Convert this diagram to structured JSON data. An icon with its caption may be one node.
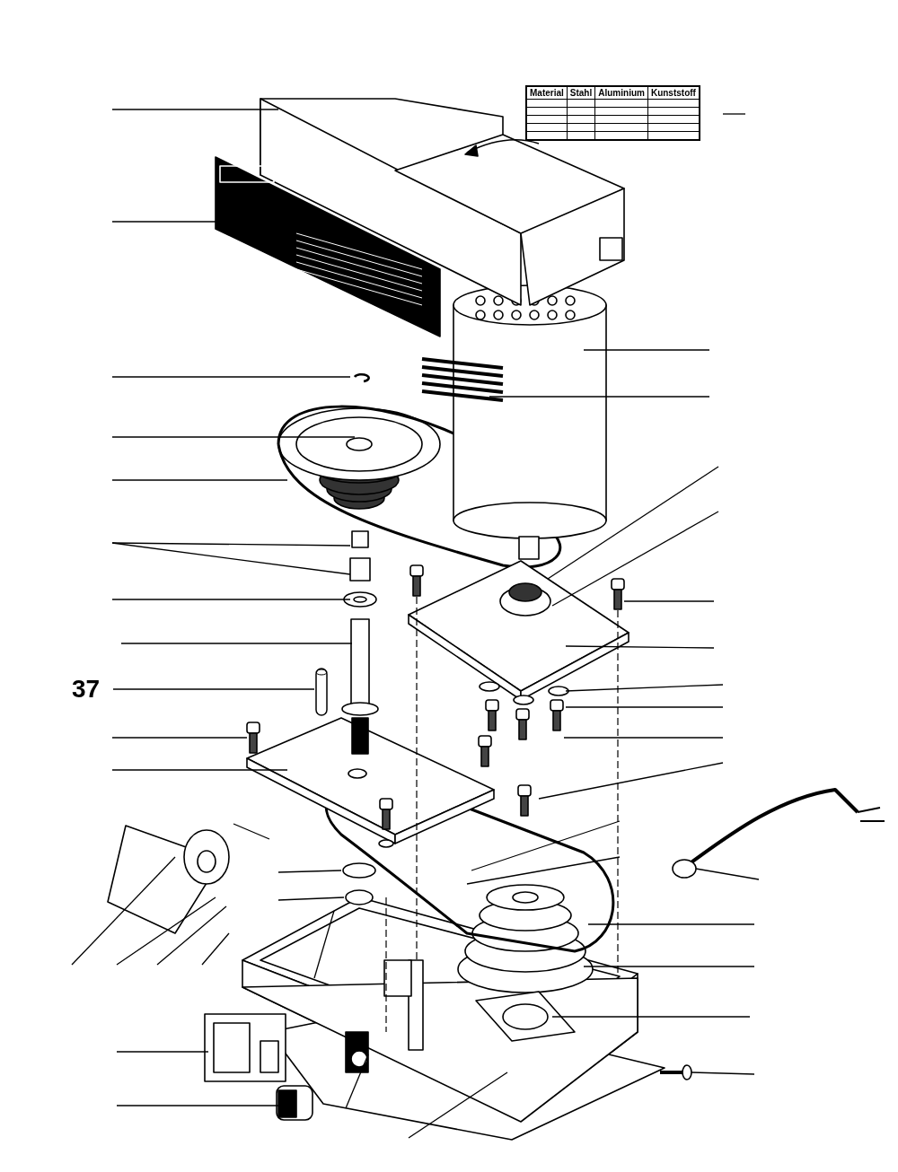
{
  "diagram": {
    "nodes": [
      {
        "text": [
          "37"
        ]
      },
      {
        "text": [],
        "shape": "picture"
      }
    ],
    "edges": [
      {
        "from": 0,
        "to": 1,
        "arrow": "none"
      }
    ],
    "labels": [
      "Material",
      "Stahl",
      "Aluminium",
      "Kunststoff"
    ]
  }
}
